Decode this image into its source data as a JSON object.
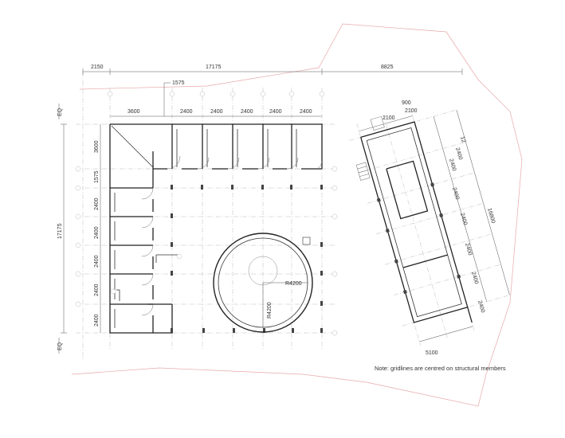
{
  "left_plan": {
    "top_dims": [
      "2150",
      "17175",
      "8825"
    ],
    "upper_dim": "1575",
    "bay_dims": [
      "3600",
      "2400",
      "2400",
      "2400",
      "2400",
      "2400"
    ],
    "left_dims": [
      "3600",
      "1575",
      "2400",
      "2400",
      "2400",
      "2400",
      "2400"
    ],
    "overall_left_dim": "17175",
    "eq_top": "EQ",
    "eq_bottom": "EQ",
    "radius_labels": [
      "R4200",
      "R4200"
    ]
  },
  "right_plan": {
    "top_dims": [
      "900",
      "2100",
      "2100"
    ],
    "rotated_dims": [
      "2400",
      "2400",
      "2400",
      "2400",
      "2400",
      "2400",
      "2400"
    ],
    "overall_dim": "16800",
    "bottom_dim": "5100",
    "small_dim": "12"
  },
  "note": "Note: gridlines are centred on structural members"
}
